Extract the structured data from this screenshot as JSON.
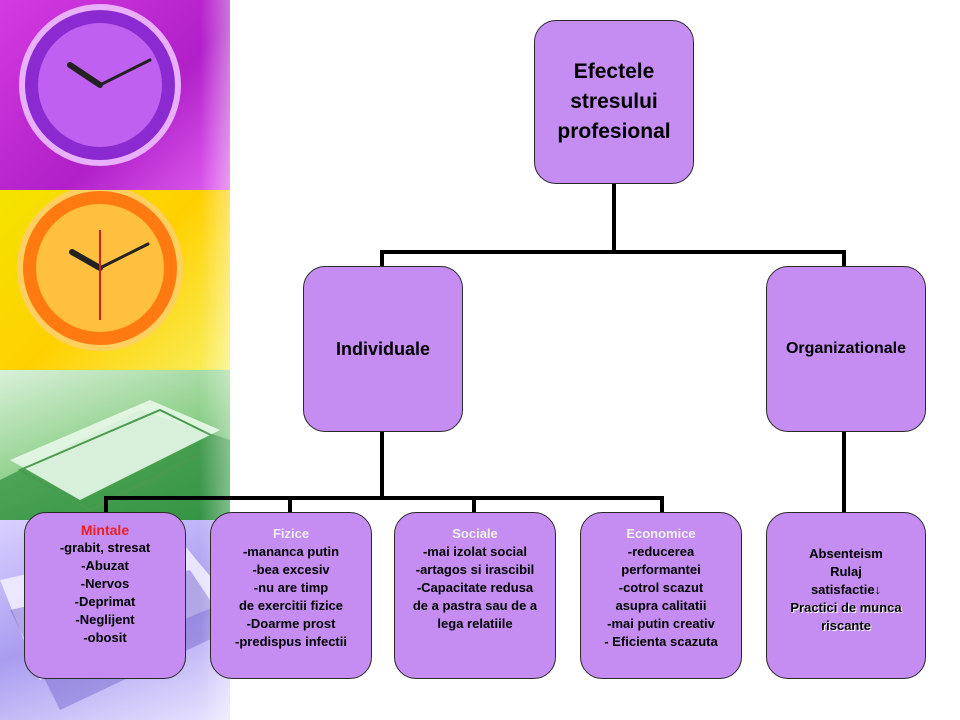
{
  "root": {
    "lines": [
      "Efectele",
      "stresului",
      "profesional"
    ]
  },
  "branches": [
    {
      "label": "Individuale"
    },
    {
      "label": "Organizationale"
    }
  ],
  "leaves": [
    {
      "title": "Mintale",
      "lines": [
        "-grabit, stresat",
        "-Abuzat",
        "-Nervos",
        "-Deprimat",
        "-Neglijent",
        "-obosit"
      ]
    },
    {
      "title": "Fizice",
      "lines": [
        "-mananca putin",
        "-bea excesiv",
        "-nu are timp",
        "de exercitii fizice",
        "-Doarme prost",
        "-predispus infectii"
      ]
    },
    {
      "title": "Sociale",
      "lines": [
        "-mai izolat social",
        "-artagos si irascibil",
        "-Capacitate redusa",
        "de a pastra sau de a",
        "lega relatiile"
      ]
    },
    {
      "title": "Economice",
      "lines": [
        "-reducerea",
        "performantei",
        "-cotrol scazut",
        "asupra calitatii",
        "-mai putin creativ",
        "- Eficienta scazuta"
      ]
    },
    {
      "title": "",
      "lines": [
        "Absenteism",
        "Rulaj",
        "satisfactie↓"
      ],
      "shadow_lines": [
        "Practici de munca",
        "riscante"
      ]
    }
  ],
  "colors": {
    "node_fill": "#c58cf2",
    "connector": "#000000",
    "mintale_title": "#e82020",
    "leaf_title": "#f0f0f0"
  }
}
